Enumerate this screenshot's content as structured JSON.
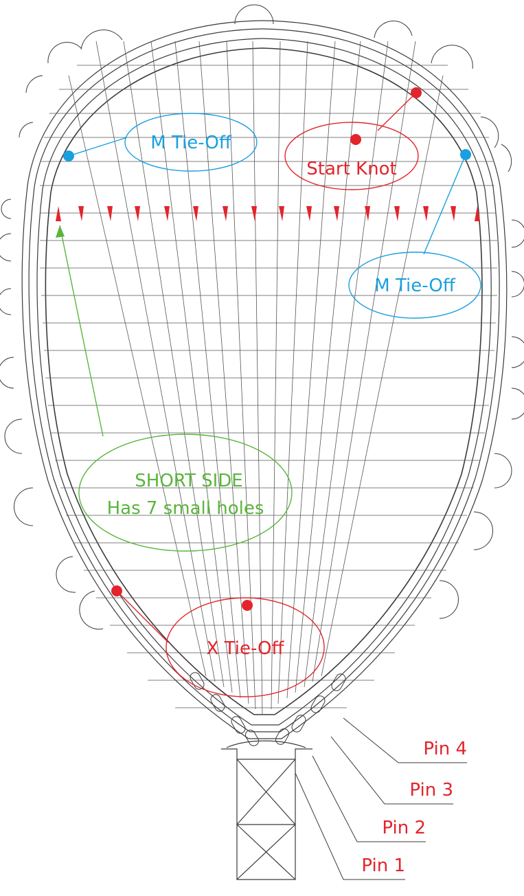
{
  "colors": {
    "frame": "#3a3a3a",
    "string": "#4a4a4a",
    "red": "#e3242b",
    "blue": "#1a9fe0",
    "green": "#5ab53c"
  },
  "labels": {
    "start_knot": "Start Knot",
    "m_tie_off_left": "M Tie-Off",
    "m_tie_off_right": "M Tie-Off",
    "x_tie_off": "X Tie-Off",
    "short_side_line1": "SHORT SIDE",
    "short_side_line2": "Has 7 small holes",
    "pin4": "Pin 4",
    "pin3": "Pin 3",
    "pin2": "Pin 2",
    "pin1": "Pin 1"
  },
  "icons": {
    "direction_marker": "red-triangle-arrow",
    "tie_point": "dot"
  }
}
